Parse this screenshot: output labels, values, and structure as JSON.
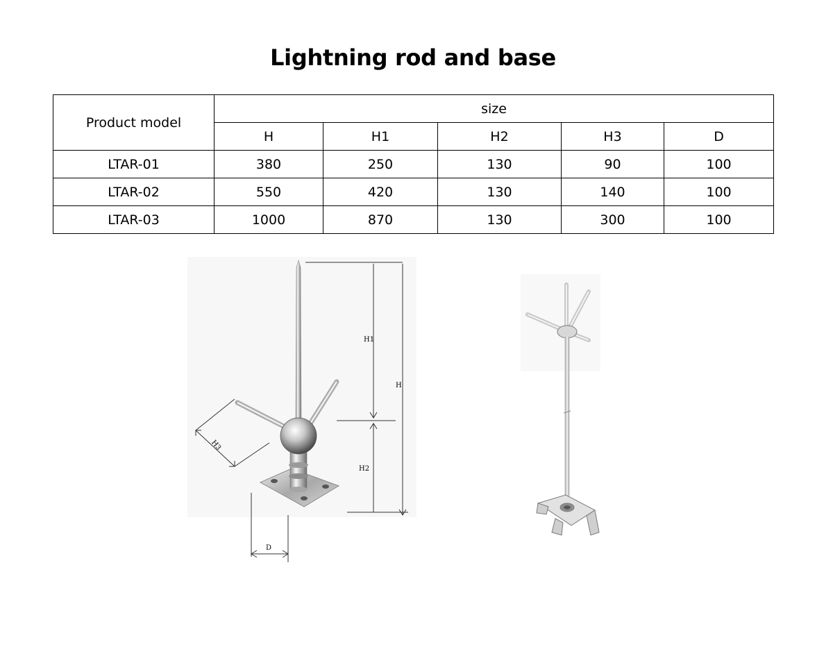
{
  "title": "Lightning rod and base",
  "table": {
    "model_header": "Product model",
    "size_header": "size",
    "dimension_headers": [
      "H",
      "H1",
      "H2",
      "H3",
      "D"
    ],
    "rows": [
      {
        "model": "LTAR-01",
        "values": [
          "380",
          "250",
          "130",
          "90",
          "100"
        ]
      },
      {
        "model": "LTAR-02",
        "values": [
          "550",
          "420",
          "130",
          "140",
          "100"
        ]
      },
      {
        "model": "LTAR-03",
        "values": [
          "1000",
          "870",
          "130",
          "300",
          "100"
        ]
      }
    ]
  },
  "diagram_labels": {
    "h": "H",
    "h1": "H1",
    "h2": "H2",
    "h3": "H3",
    "d": "D"
  }
}
